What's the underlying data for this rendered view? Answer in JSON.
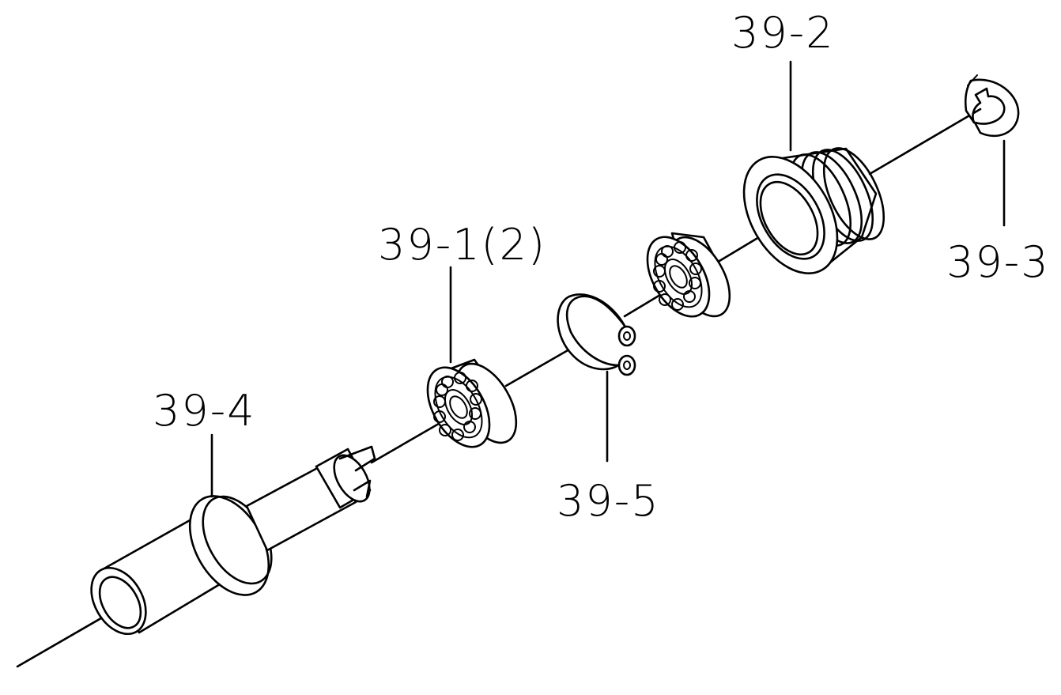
{
  "labels": {
    "part_39_2": "39-2",
    "part_39_1": "39-1(2)",
    "part_39_3": "39-3",
    "part_39_4": "39-4",
    "part_39_5": "39-5"
  },
  "colors": {
    "line": "#000000",
    "background": "#ffffff"
  }
}
